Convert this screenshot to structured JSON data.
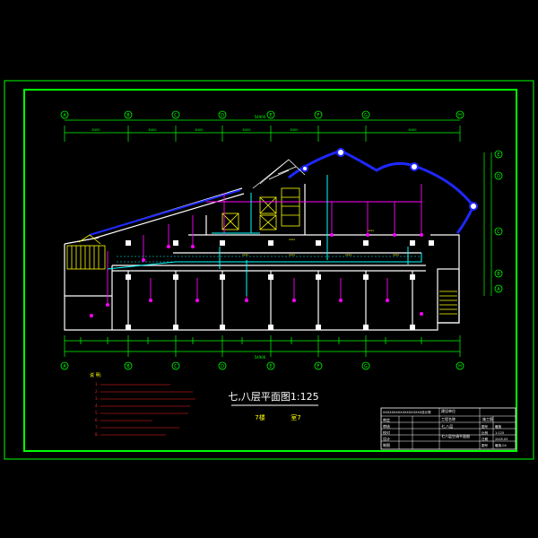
{
  "drawing": {
    "plan_title": "七,八层平面图1:125",
    "subtitle_left": "7楼",
    "subtitle_right": "室7",
    "overall_dim_top": "54900",
    "overall_dim_bottom": "54900",
    "grid_top": [
      "A",
      "B",
      "C",
      "D",
      "E",
      "F",
      "G"
    ],
    "grid_bottom": [
      "A",
      "B",
      "C",
      "D",
      "E",
      "F",
      "G"
    ],
    "grid_right": [
      "E",
      "D",
      "C",
      "B",
      "A"
    ],
    "bay_dims": [
      "8400",
      "8400",
      "8400",
      "8400",
      "8400",
      "8400"
    ],
    "notes_header": "说 明:",
    "notes": [
      "1.",
      "2.",
      "3.",
      "4.",
      "5.",
      "6.",
      "7.",
      "8."
    ]
  },
  "title_block": {
    "header_text": "XXXXXXXXXXXXXXXXXX设计院",
    "project_label": "建设单位",
    "project_value": "工程名称",
    "stage_label": "施工图",
    "row_labels": [
      "审定",
      "审核",
      "校对",
      "设计",
      "制图"
    ],
    "drawing_name": "七,八层",
    "drawing_desc": "七八层空调平面图",
    "right_cells": [
      "图号",
      "比例",
      "日期",
      "图号"
    ],
    "right_values": [
      "暖施",
      "1:125",
      "2005.05",
      "暖施-04"
    ]
  },
  "colors": {
    "background": "#000000",
    "frame": "#00ff00",
    "walls": "#ffffff",
    "columns": "#ffffff",
    "ducts_magenta": "#ff00ff",
    "pipes_cyan": "#00ffff",
    "curtain_wall_blue": "#1e28ff",
    "dimension_green": "#00ff00",
    "stairs_yellow": "#ffff00",
    "notes_red": "#ff2020",
    "text_yellow": "#ffff00"
  }
}
